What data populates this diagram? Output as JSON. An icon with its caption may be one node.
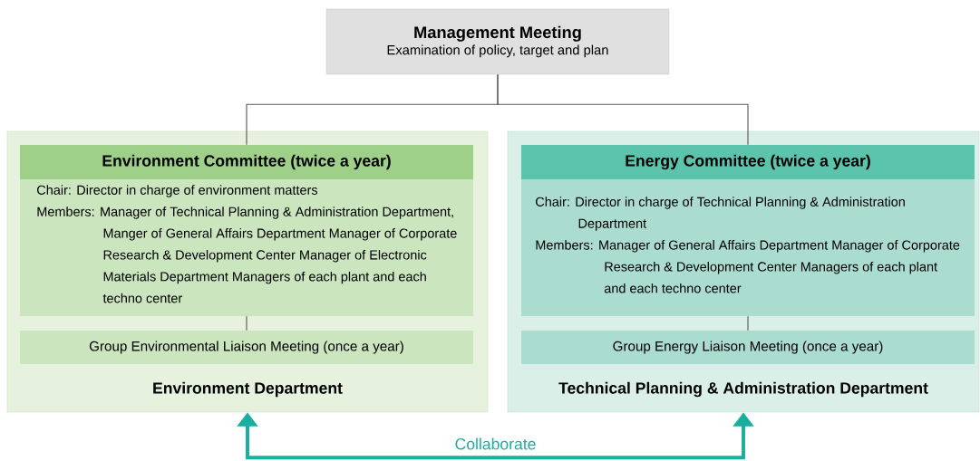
{
  "diagram": {
    "nodes": [
      {
        "text": [
          "Management Meeting",
          "Examination of policy, target and plan"
        ]
      },
      {
        "text": [
          "Environment Department"
        ]
      },
      {
        "text": [
          "Environment Committee (twice a year)",
          "Chair: Director in charge of environment matters",
          "Members: Manager of Technical Planning & Administration Department, Manger of General Affairs Department Manager of Corporate Research & Development Center Manager of Electronic Materials Department Managers of each plant and each techno center"
        ],
        "in": 1
      },
      {
        "text": [
          "Group Environmental Liaison Meeting (once a year)"
        ],
        "in": 1
      },
      {
        "text": [
          "Technical Planning & Administration Department"
        ]
      },
      {
        "text": [
          "Energy Committee (twice a year)",
          "Chair: Director in charge of Technical Planning & Administration Department",
          "Members: Manager of General Affairs Department Manager of Corporate Research & Development Center Managers of each plant and each techno center"
        ],
        "in": 4
      },
      {
        "text": [
          "Group Energy Liaison Meeting (once a year)"
        ],
        "in": 4
      }
    ],
    "edges": [
      {
        "from": 0,
        "to": 2,
        "arrow": "none"
      },
      {
        "from": 0,
        "to": 5,
        "arrow": "none"
      },
      {
        "from": 2,
        "to": 3,
        "arrow": "none"
      },
      {
        "from": 5,
        "to": 6,
        "arrow": "none"
      },
      {
        "from": 1,
        "to": 4,
        "arrow": "both",
        "label": "Collaborate",
        "style": "thick",
        "color": "#1aae9f"
      }
    ]
  }
}
